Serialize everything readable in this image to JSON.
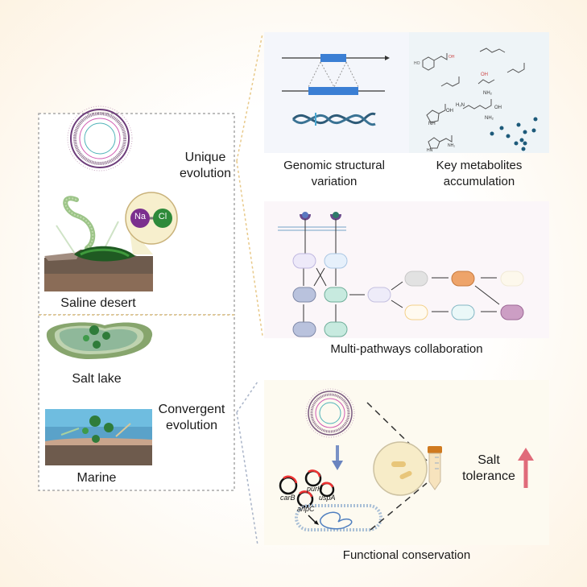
{
  "left": {
    "unique_label": [
      "Unique",
      "evolution"
    ],
    "saline_desert": "Saline desert",
    "na": "Na",
    "cl": "Cl",
    "salt_lake": "Salt lake",
    "marine": "Marine",
    "convergent_label": [
      "Convergent",
      "evolution"
    ]
  },
  "panels": {
    "genomic": [
      "Genomic structural",
      "variation"
    ],
    "metabolites": [
      "Key metabolites",
      "accumulation"
    ],
    "pathways": "Multi-pathways collaboration",
    "functional": "Functional conservation"
  },
  "metabolite_labels": {
    "oh": "OH",
    "nh2": "NH₂",
    "h2n": "H₂N",
    "nh": "NH",
    "hn": "HN",
    "ho": "HO"
  },
  "genes": [
    "carB",
    "purH",
    "uspA",
    "ahpC"
  ],
  "salt_tolerance": [
    "Salt",
    "tolerance"
  ],
  "colors": {
    "unique_connector": "#e8c98a",
    "convergent_connector": "#a9b4c8",
    "dna": "#2e5b78",
    "gene_block": "#3b7fd4",
    "arrow_up": "#e06b7a",
    "na": "#7b2f8e",
    "cl": "#2e8a3a"
  }
}
